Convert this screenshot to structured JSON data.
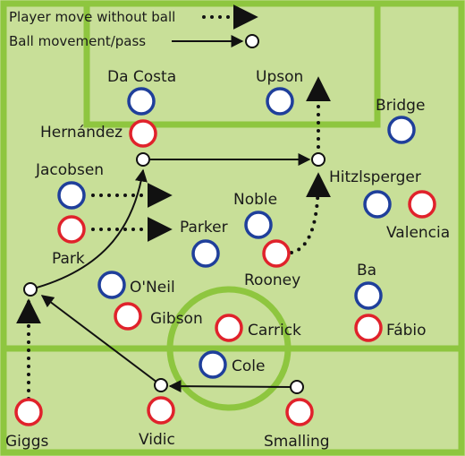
{
  "colors": {
    "grass": "#c8df98",
    "lines": "#8ec63f",
    "team_blue": "#1f3f9b",
    "team_red": "#e0222b",
    "ball": "#111111"
  },
  "legend": {
    "player_move": "Player move without ball",
    "ball_move": "Ball movement/pass"
  },
  "players": [
    {
      "name": "Da Costa",
      "team": "blue"
    },
    {
      "name": "Upson",
      "team": "blue"
    },
    {
      "name": "Bridge",
      "team": "blue"
    },
    {
      "name": "Hernández",
      "team": "red"
    },
    {
      "name": "Jacobsen",
      "team": "blue"
    },
    {
      "name": "Noble",
      "team": "blue"
    },
    {
      "name": "Hitzlsperger",
      "team": "blue"
    },
    {
      "name": "Valencia",
      "team": "red"
    },
    {
      "name": "Parker",
      "team": "blue"
    },
    {
      "name": "Rooney",
      "team": "red"
    },
    {
      "name": "Park",
      "team": "red"
    },
    {
      "name": "O'Neil",
      "team": "blue"
    },
    {
      "name": "Ba",
      "team": "blue"
    },
    {
      "name": "Gibson",
      "team": "red"
    },
    {
      "name": "Carrick",
      "team": "red"
    },
    {
      "name": "Fábio",
      "team": "red"
    },
    {
      "name": "Cole",
      "team": "blue"
    },
    {
      "name": "Giggs",
      "team": "red"
    },
    {
      "name": "Vidic",
      "team": "red"
    },
    {
      "name": "Smalling",
      "team": "red"
    }
  ]
}
